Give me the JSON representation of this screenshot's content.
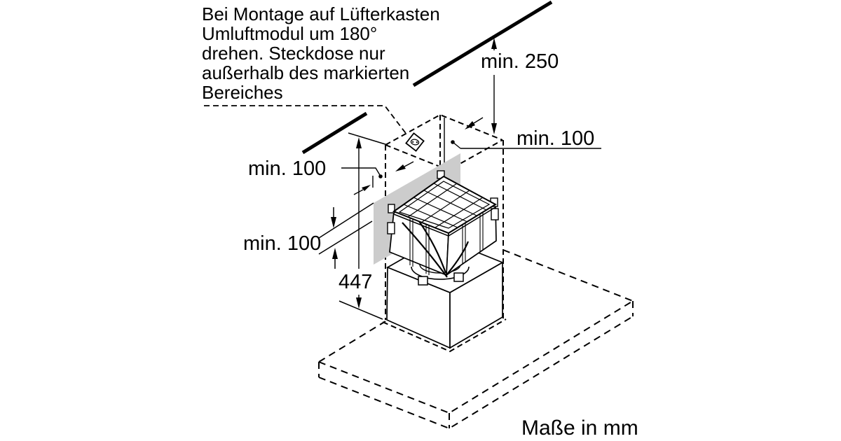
{
  "note": {
    "line1": "Bei Montage auf Lüfterkasten",
    "line2": "Umluftmodul um 180°",
    "line3": "drehen. Steckdose nur",
    "line4": "außerhalb des markierten",
    "line5": "Bereiches"
  },
  "dimensions": {
    "ceiling_clearance": "min. 250",
    "clearance_right": "min. 100",
    "clearance_left": "min. 100",
    "panel_overlap": "min. 100",
    "height": "447"
  },
  "units_note": "Maße in mm",
  "icons": {
    "socket": "power-socket-symbol"
  },
  "colors": {
    "line": "#000000",
    "marked_panel_fill": "#cccccc",
    "background": "#ffffff"
  }
}
